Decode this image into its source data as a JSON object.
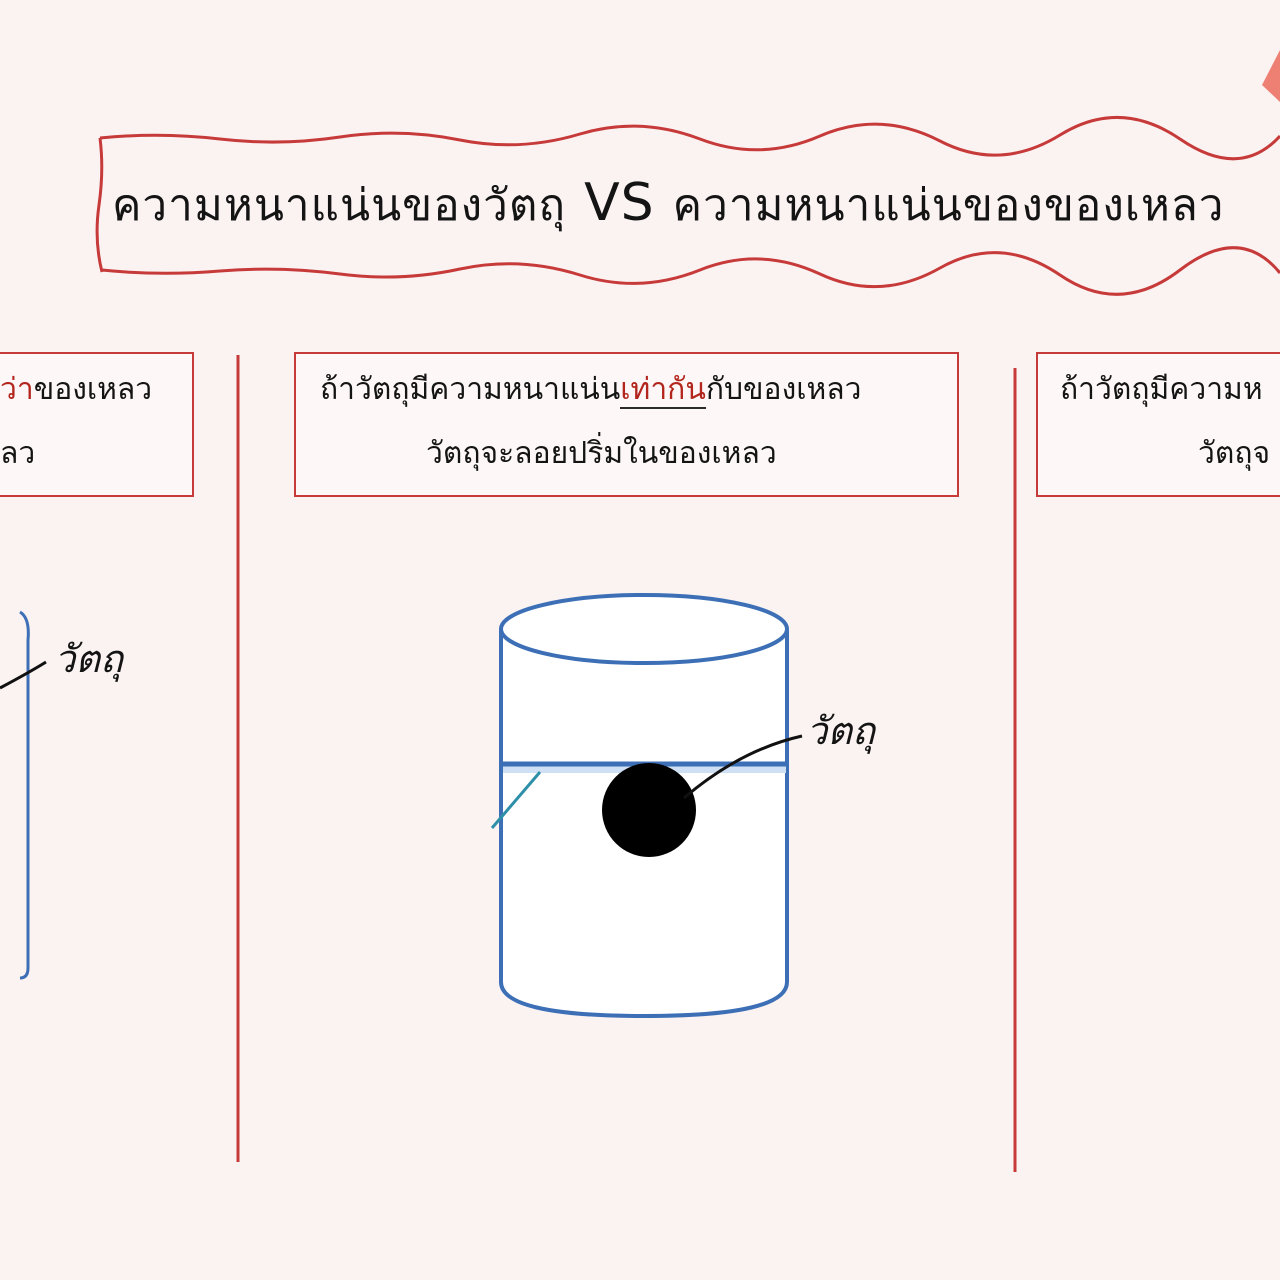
{
  "title": {
    "left": "ความหนาแน่นของวัตถุ",
    "vs": "VS",
    "right": "ความหนาแน่นของของเหลว"
  },
  "left_panel": {
    "line1_highlight": "ว่า",
    "line1_rest": "ของเหลว",
    "line2": "ลว",
    "label": "วัตถุ"
  },
  "middle_panel": {
    "line1_start": "ถ้าวัตถุมีความหนาแน่น",
    "line1_highlight": "เท่ากัน",
    "line1_end": "กับของเหลว",
    "line2": "วัตถุจะลอยปริ่มในของเหลว",
    "label": "วัตถุ"
  },
  "right_panel": {
    "line1": "ถ้าวัตถุมีความห",
    "line2": "วัตถุจ"
  },
  "colors": {
    "frame_red": "#c73a3a",
    "highlight_red": "#b3261e",
    "container_blue": "#3d6fb6",
    "object_black": "#000000",
    "accent_salmon": "#ee7f73"
  }
}
